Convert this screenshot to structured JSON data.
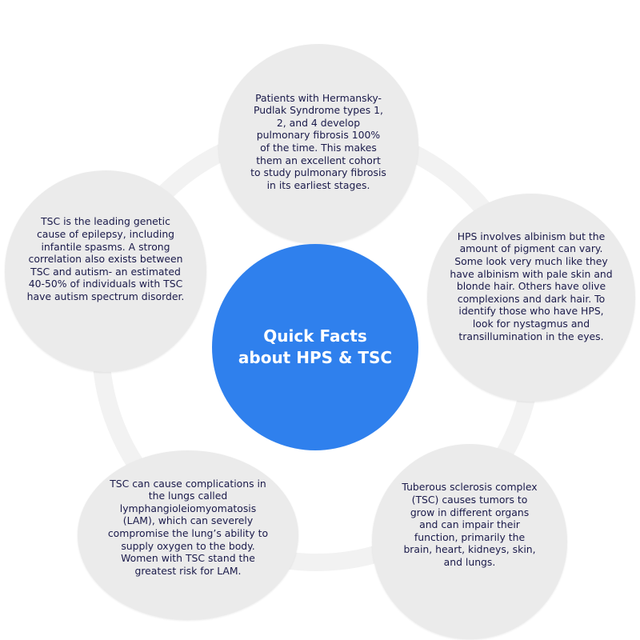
{
  "center": {
    "title_line1": "Quick Facts",
    "title_line2": "about HPS & TSC"
  },
  "facts": {
    "top": "Patients with Hermansky-Pudlak Syndrome types 1, 2, and 4 develop pulmonary fibrosis 100% of the time. This makes them an excellent cohort to study pulmonary fibrosis in its earliest stages.",
    "right": "HPS involves albinism but the amount of pigment can vary. Some look very much like they have albinism with pale skin and blonde hair. Others have olive complexions and dark hair. To identify those who have HPS, look for nystagmus and transillumination in the eyes.",
    "bottom_right": "Tuberous sclerosis complex (TSC) causes tumors to grow in different organs and can impair their function, primarily the brain, heart, kidneys, skin, and lungs.",
    "bottom_left": "TSC can cause complications in the lungs called lymphangioleiomyomatosis (LAM), which can severely compromise the lung’s ability to supply oxygen to the body. Women with TSC stand the greatest risk for LAM.",
    "left": "TSC is the leading genetic cause of epilepsy, including infantile spasms. A strong correlation also exists between TSC and autism- an estimated 40-50% of individuals with TSC have autism spectrum disorder."
  },
  "colors": {
    "center_fill": "#2f80ed",
    "bubble_fill": "#ebebeb",
    "ring_stroke": "#f2f2f2",
    "text": "#1a1a4a"
  }
}
